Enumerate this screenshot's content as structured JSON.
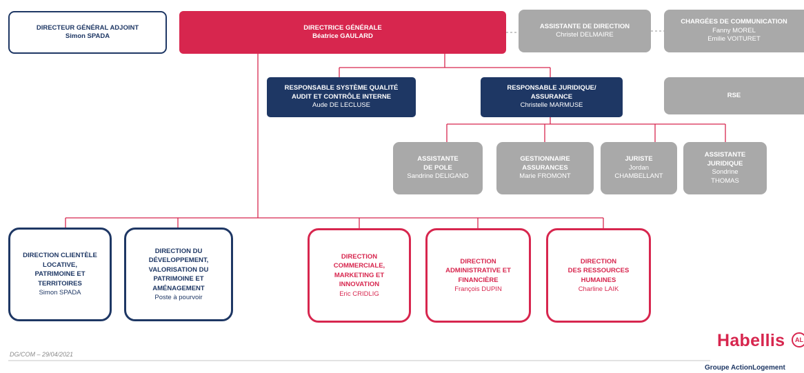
{
  "colors": {
    "red": "#d7264e",
    "navy": "#1e3764",
    "gray": "#a9a9a9"
  },
  "top_row": {
    "deputy_director": {
      "title": "DIRECTEUR GÉNÉRAL ADJOINT",
      "name": "Simon SPADA"
    },
    "general_director": {
      "title": "DIRECTRICE GÉNÉRALE",
      "name": "Béatrice GAULARD"
    },
    "executive_assistant": {
      "title": "ASSISTANTE DE DIRECTION",
      "name": "Christel DELMAIRE"
    },
    "communication": {
      "title": "CHARGÉES DE COMMUNICATION",
      "names": [
        "Fanny MOREL",
        "Emilie VOITURET"
      ]
    }
  },
  "staff": {
    "quality": {
      "title_lines": [
        "RESPONSABLE SYSTÈME QUALITÉ",
        "AUDIT ET CONTRÔLE INTERNE"
      ],
      "name": "Aude DE LECLUSE"
    },
    "legal": {
      "title_lines": [
        "RESPONSABLE JURIDIQUE/",
        "ASSURANCE"
      ],
      "name": "Christelle MARMUSE"
    },
    "rse": {
      "title": "RSE"
    }
  },
  "legal_team": [
    {
      "title_lines": [
        "ASSISTANTE",
        "DE POLE"
      ],
      "name_lines": [
        "Sandrine DELIGAND"
      ]
    },
    {
      "title_lines": [
        "GESTIONNAIRE",
        "ASSURANCES"
      ],
      "name_lines": [
        "Marie FROMONT"
      ]
    },
    {
      "title_lines": [
        "JURISTE"
      ],
      "name_lines": [
        "Jordan",
        "CHAMBELLANT"
      ]
    },
    {
      "title_lines": [
        "ASSISTANTE",
        "JURIDIQUE"
      ],
      "name_lines": [
        "Sondrine",
        "THOMAS"
      ]
    }
  ],
  "directions": [
    {
      "title_lines": [
        "DIRECTION CLIENTÈLE",
        "LOCATIVE,",
        "PATRIMOINE ET",
        "TERRITOIRES"
      ],
      "name": "Simon SPADA"
    },
    {
      "title_lines": [
        "DIRECTION DU",
        "DÉVELOPPEMENT,",
        "VALORISATION DU",
        "PATRIMOINE ET",
        "AMÉNAGEMENT"
      ],
      "name": "Poste à pourvoir"
    },
    {
      "title_lines": [
        "DIRECTION",
        "COMMERCIALE,",
        "MARKETING ET",
        "INNOVATION"
      ],
      "name": "Eric CRIDLIG"
    },
    {
      "title_lines": [
        "DIRECTION",
        "ADMINISTRATIVE ET",
        "FINANCIÈRE"
      ],
      "name": "François DUPIN"
    },
    {
      "title_lines": [
        "DIRECTION",
        "DES RESSOURCES",
        "HUMAINES"
      ],
      "name": "Charline LAIK"
    }
  ],
  "footer": {
    "reference": "DG/COM – 29/04/2021",
    "brand": "Habellis",
    "brand_badge": "AL",
    "group": "Groupe ActionLogement"
  }
}
